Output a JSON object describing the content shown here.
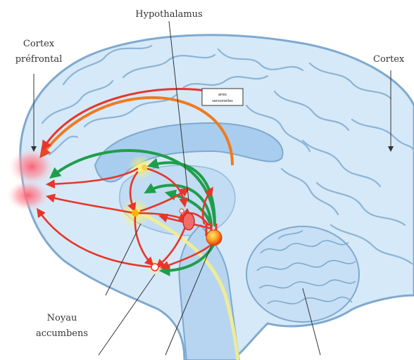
{
  "labels": {
    "hypothalamus": "Hypothalamus",
    "cortex_prefrontal_line1": "Cortex",
    "cortex_prefrontal_line2": "préfrontal",
    "cortex_right": "Cortex",
    "noyau_line1": "Noyau",
    "noyau_line2": "accumbens"
  },
  "box": {
    "line1": "aires",
    "line2": "sensorielles"
  },
  "colors": {
    "red_pathway": "#e8352a",
    "green_pathway": "#1e9e4a",
    "orange_pathway": "#f07a1e",
    "yellow_pathway": "#f3ee8e",
    "brain_fill": "#d6e9f8",
    "brain_outline": "#7fa9cf"
  }
}
